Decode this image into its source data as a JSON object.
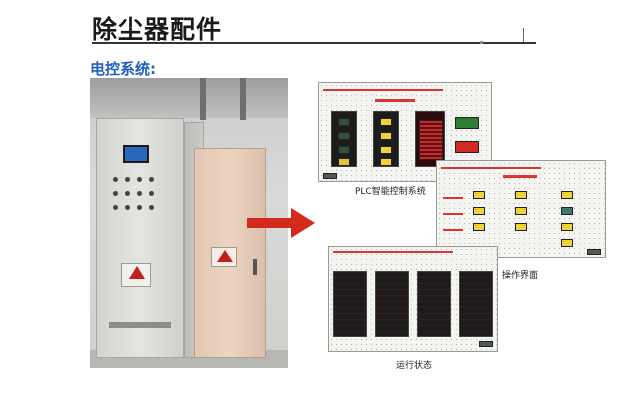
{
  "slide": {
    "title": "除尘器配件",
    "subtitle": "电控系统:"
  },
  "captions": {
    "plc": "PLC智能控制系统",
    "operation": "操作界面",
    "status": "运行状态"
  },
  "colors": {
    "subtitle": "#1f5fbf",
    "title_rule": "#333333",
    "arrow": "#d42a1e",
    "hmi_accent_red": "#d33333",
    "hmi_green": "#2e7d32",
    "hmi_yellow": "#f2d13a"
  },
  "icons": {
    "cabinet_warning": "high-voltage-warning-icon",
    "arrow": "right-arrow-icon"
  }
}
